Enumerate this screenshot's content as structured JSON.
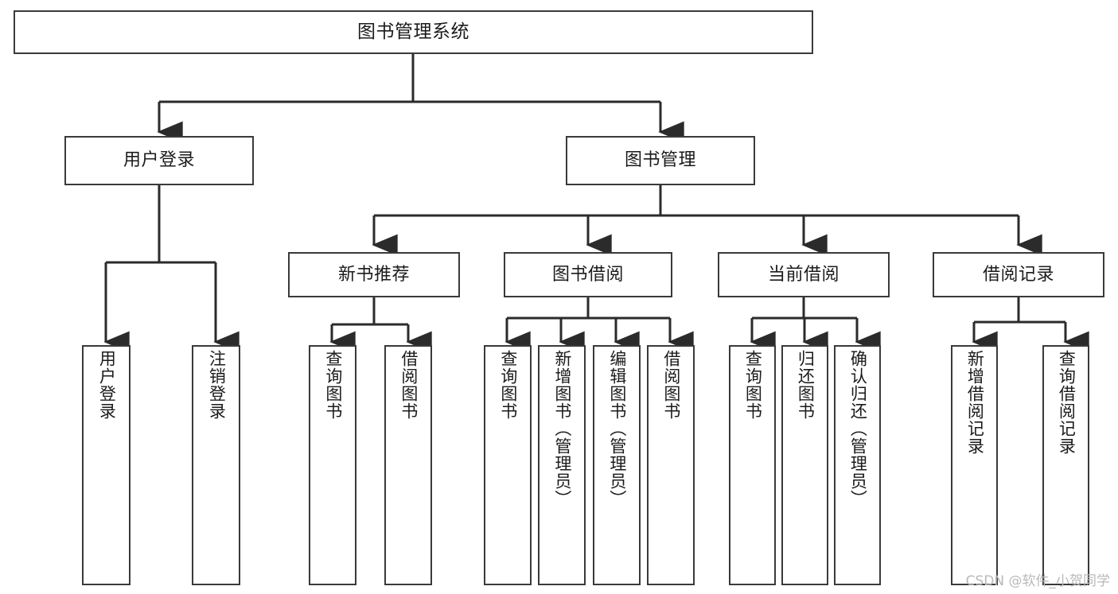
{
  "diagram": {
    "type": "tree",
    "title": "图书管理系统",
    "orientation": "top-down",
    "leaf_text_direction": "vertical",
    "colors": {
      "box_border": "#3a3a3a",
      "box_fill": "#ffffff",
      "connector": "#2b2b2b",
      "text": "#1b1b1b",
      "watermark": "#b9b9b9",
      "background": "#ffffff"
    }
  },
  "watermark": {
    "text": "CSDN @软件_小贺同学"
  },
  "nodes": {
    "root": {
      "label": "图书管理系统"
    },
    "tier1": [
      {
        "id": "user-login",
        "label": "用户登录"
      },
      {
        "id": "book-mgmt",
        "label": "图书管理"
      }
    ],
    "tier2": [
      {
        "id": "new-book-rec",
        "label": "新书推荐"
      },
      {
        "id": "book-borrow",
        "label": "图书借阅"
      },
      {
        "id": "current-borrow",
        "label": "当前借阅"
      },
      {
        "id": "borrow-record",
        "label": "借阅记录"
      }
    ],
    "leaves": {
      "user-login": [
        {
          "id": "leaf-user-login",
          "label": "用户登录"
        },
        {
          "id": "leaf-logout",
          "label": "注销登录"
        }
      ],
      "new-book-rec": [
        {
          "id": "leaf-query-book-1",
          "label": "查询图书"
        },
        {
          "id": "leaf-borrow-book-1",
          "label": "借阅图书"
        }
      ],
      "book-borrow": [
        {
          "id": "leaf-query-book-2",
          "label": "查询图书"
        },
        {
          "id": "leaf-add-book",
          "label": "新增图书（管理员）"
        },
        {
          "id": "leaf-edit-book",
          "label": "编辑图书（管理员）"
        },
        {
          "id": "leaf-borrow-book-2",
          "label": "借阅图书"
        }
      ],
      "current-borrow": [
        {
          "id": "leaf-query-book-3",
          "label": "查询图书"
        },
        {
          "id": "leaf-return-book",
          "label": "归还图书"
        },
        {
          "id": "leaf-confirm-return",
          "label": "确认归还（管理员）"
        }
      ],
      "borrow-record": [
        {
          "id": "leaf-add-record",
          "label": "新增借阅记录"
        },
        {
          "id": "leaf-query-record",
          "label": "查询借阅记录"
        }
      ]
    }
  }
}
